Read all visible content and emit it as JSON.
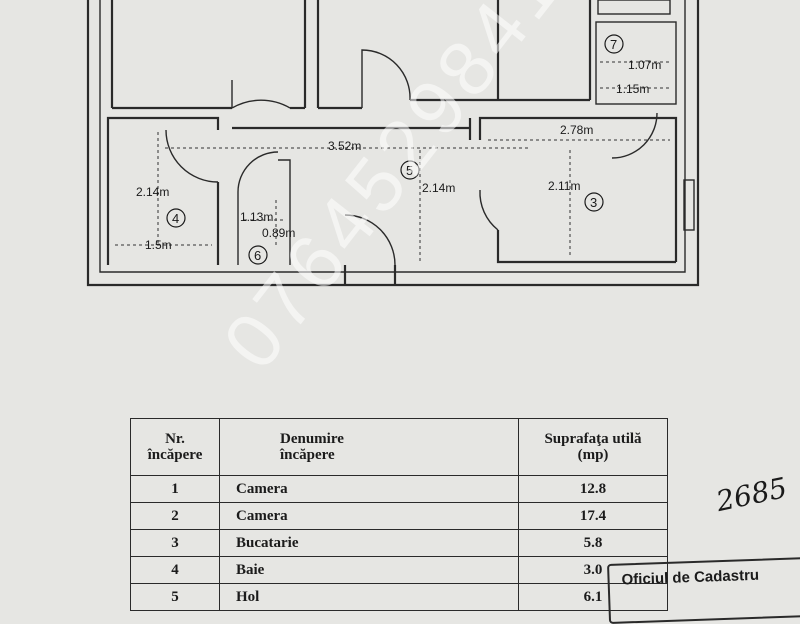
{
  "plan": {
    "dimensions": {
      "room7_width": "1.07m",
      "room7_length": "1.15m",
      "hall_width": "3.52m",
      "hall_height": "2.14m",
      "kitchen_width": "2.78m",
      "kitchen_height": "2.11m",
      "bath_height": "2.14m",
      "bath_width": "1.5m",
      "wc_width": "1.13m",
      "wc_height": "0.89m"
    },
    "room_numbers": {
      "r3": "3",
      "r4": "4",
      "r5": "5",
      "r6": "6",
      "r7": "7"
    }
  },
  "table": {
    "headers": {
      "nr_line1": "Nr.",
      "nr_line2": "încăpere",
      "name_line1": "Denumire",
      "name_line2": "încăpere",
      "area_line1": "Suprafaţa utilă",
      "area_line2": "(mp)"
    },
    "rows": [
      {
        "nr": "1",
        "name": "Camera",
        "area": "12.8"
      },
      {
        "nr": "2",
        "name": "Camera",
        "area": "17.4"
      },
      {
        "nr": "3",
        "name": "Bucatarie",
        "area": "5.8"
      },
      {
        "nr": "4",
        "name": "Baie",
        "area": "3.0"
      },
      {
        "nr": "5",
        "name": "Hol",
        "area": "6.1"
      }
    ]
  },
  "watermark": "0764529841",
  "handwritten_note": "2685",
  "stamp": {
    "text": "Oficiul de Cadastru"
  }
}
